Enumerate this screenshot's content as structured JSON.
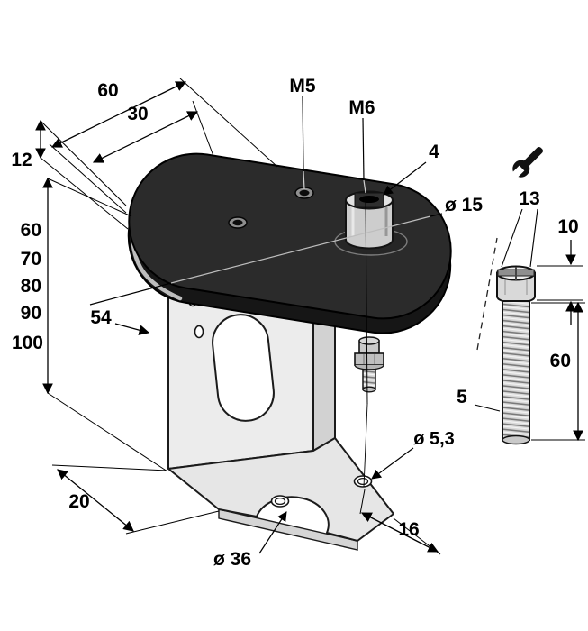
{
  "drawing": {
    "kind": "technical mounting-bracket drawing",
    "colors": {
      "plate": "#2b2b2b",
      "plate_side": "#161616",
      "bracket": "#ececec",
      "bracket_side": "#d2d2d2",
      "metal_light": "#d9d9d9",
      "line": "#000000",
      "background": "#ffffff"
    },
    "labels": {
      "dim_width_top": "60",
      "dim_width_inner": "30",
      "dim_plate_thickness": "12",
      "thread_m5": "M5",
      "thread_m6": "M6",
      "dim_slot": "4",
      "dia_post": "ø 15",
      "wrench_size": "13",
      "dim_head_height": "10",
      "bracket_heights": [
        "60",
        "70",
        "80",
        "90",
        "100"
      ],
      "dim_54": "54",
      "screw_callout": "5",
      "dim_screw_length": "60",
      "dia_hole": "ø 5,3",
      "dim_foot_depth": "20",
      "dia_notch": "ø 36",
      "dim_16": "16"
    }
  }
}
